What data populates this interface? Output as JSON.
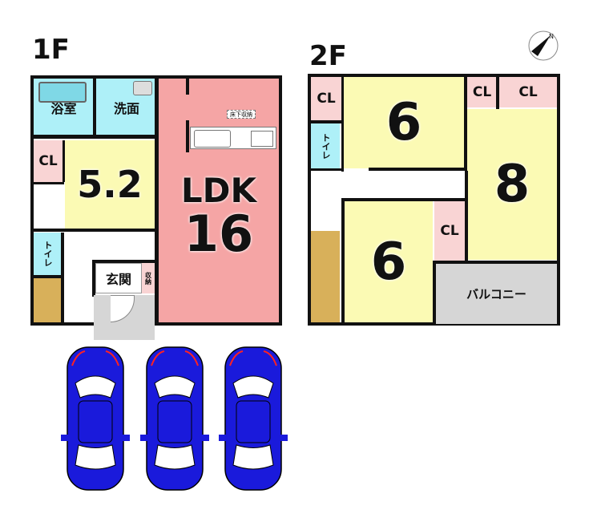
{
  "floor1": {
    "label": "1F",
    "rooms": {
      "bath": "浴室",
      "washroom": "洗面",
      "closet": "CL",
      "western": "5.2",
      "toilet": "トイレ",
      "entrance": "玄関",
      "storage": "収納",
      "ldk_label": "LDK",
      "ldk_size": "16",
      "underfloor": "床下収納"
    }
  },
  "floor2": {
    "label": "2F",
    "rooms": {
      "closet_a": "CL",
      "room_top": "6",
      "toilet": "トイレ",
      "closet_b": "CL",
      "closet_c": "CL",
      "room_right": "8",
      "room_bottom": "6",
      "closet_d": "CL",
      "balcony": "バルコニー"
    }
  },
  "parking": {
    "cars": 3,
    "car_color": "#1a1adb"
  },
  "compass": {
    "label": "N"
  },
  "colors": {
    "yellow": "#fbfab4",
    "pink": "#f9d4d4",
    "ldk": "#f5a5a5",
    "blue": "#aef0f8",
    "stairs": "#d8b05a"
  }
}
